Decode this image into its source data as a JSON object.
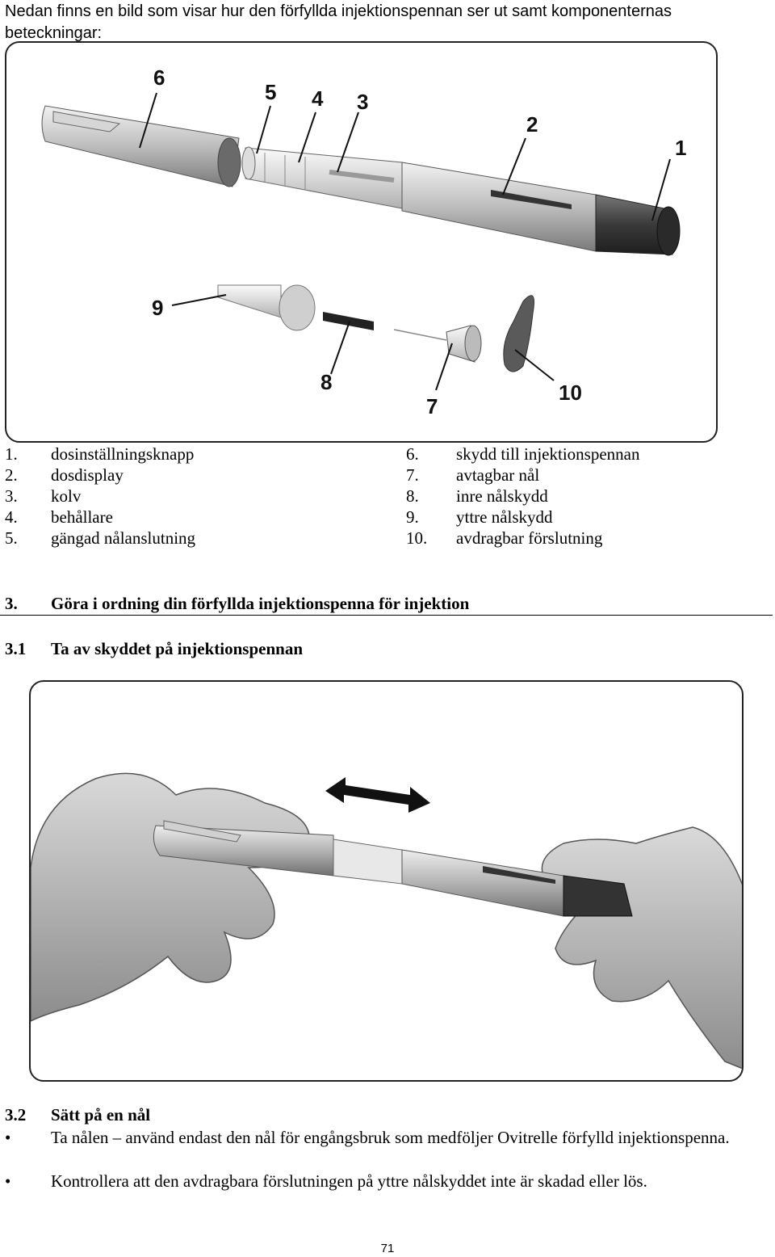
{
  "intro": "Nedan finns en bild som visar hur den förfyllda injektionspennan ser ut samt komponenternas beteckningar:",
  "figure1": {
    "callouts": [
      "1",
      "2",
      "3",
      "4",
      "5",
      "6",
      "7",
      "8",
      "9",
      "10"
    ]
  },
  "components_left": [
    {
      "num": "1.",
      "label": "dosinställningsknapp"
    },
    {
      "num": "2.",
      "label": "dosdisplay"
    },
    {
      "num": "3.",
      "label": "kolv"
    },
    {
      "num": "4.",
      "label": "behållare"
    },
    {
      "num": "5.",
      "label": "gängad nålanslutning"
    }
  ],
  "components_right": [
    {
      "num": "6.",
      "label": "skydd till injektionspennan"
    },
    {
      "num": "7.",
      "label": "avtagbar nål"
    },
    {
      "num": "8.",
      "label": "inre nålskydd"
    },
    {
      "num": "9.",
      "label": "yttre nålskydd"
    },
    {
      "num": "10.",
      "label": "avdragbar förslutning"
    }
  ],
  "section3": {
    "num": "3.",
    "title": "Göra i ordning din förfyllda injektionspenna för injektion"
  },
  "section31": {
    "num": "3.1",
    "title": "Ta av skyddet på injektionspennan"
  },
  "section32": {
    "num": "3.2",
    "title": "Sätt på en nål"
  },
  "bullets": [
    {
      "symbol": "•",
      "text": "Ta nålen – använd endast den nål för engångsbruk som medföljer Ovitrelle förfylld injektionspenna."
    },
    {
      "symbol": "•",
      "text": "Kontrollera att den avdragbara förslutningen på yttre nålskyddet inte är skadad eller lös."
    }
  ],
  "page_number": "71"
}
